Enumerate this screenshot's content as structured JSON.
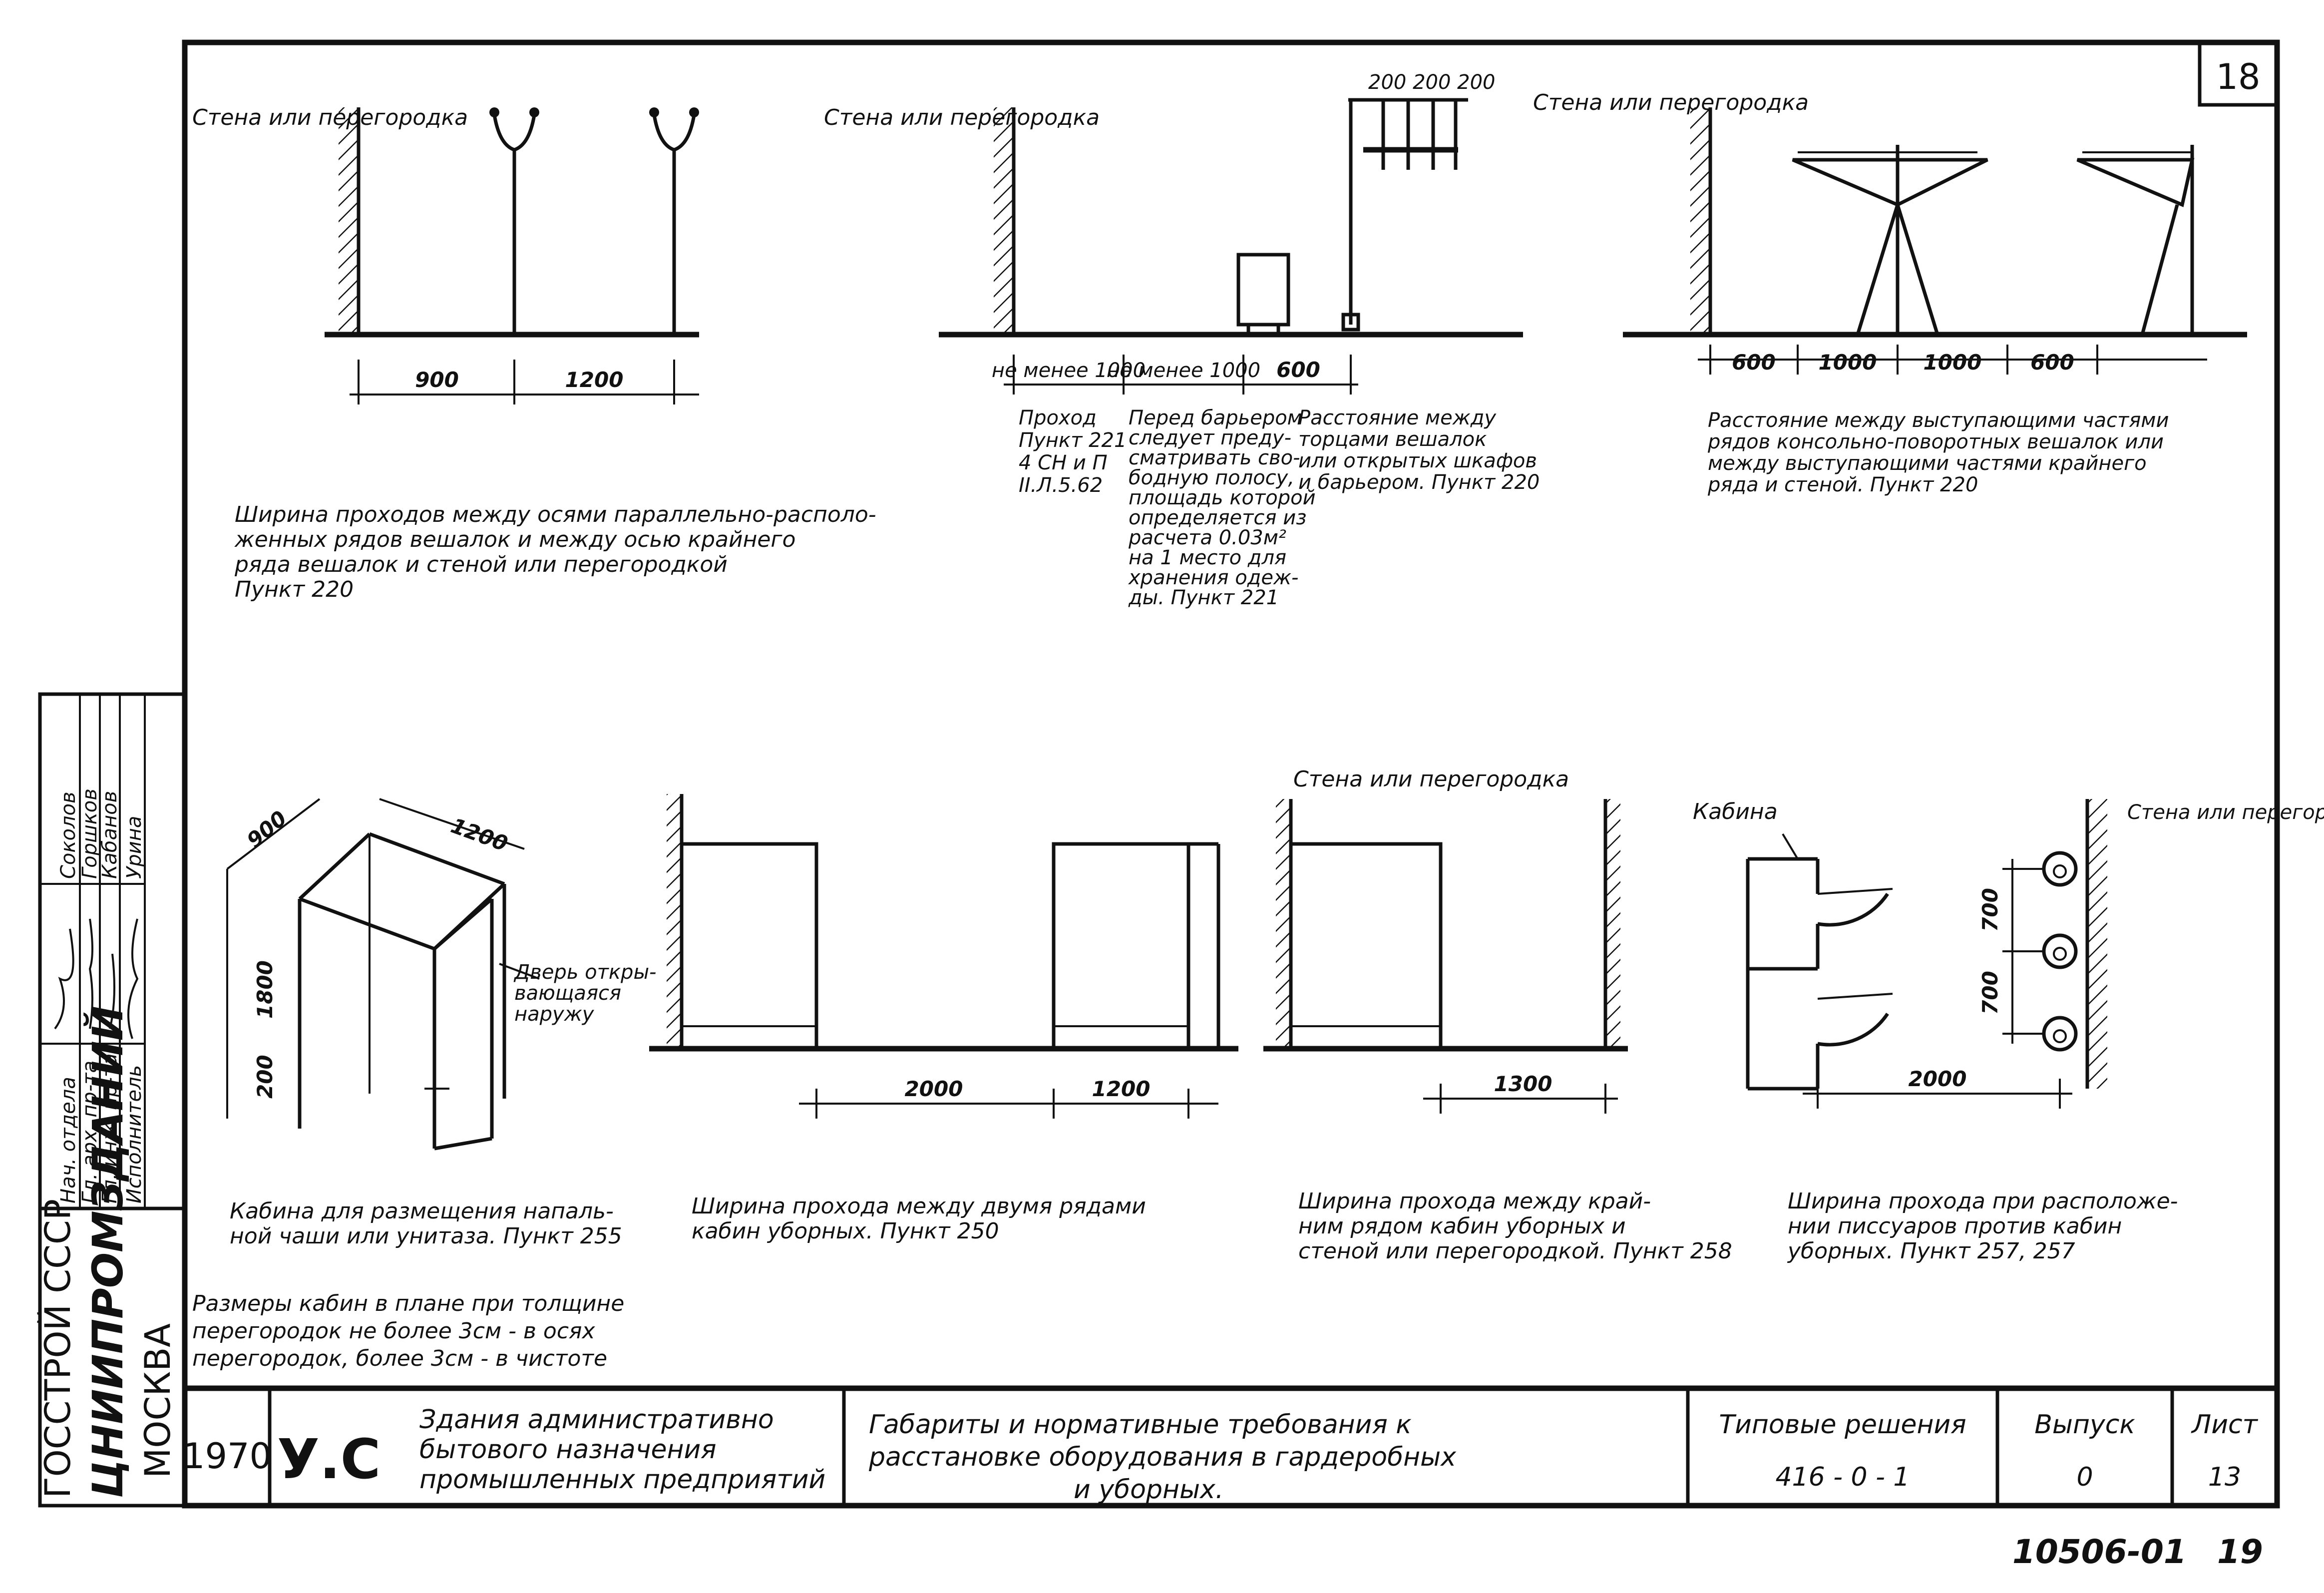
{
  "sheet": {
    "top_number": "18",
    "bottom_code": "10506-01",
    "bottom_page": "19"
  },
  "fig1": {
    "wall": "Стена или перегородка",
    "dim_a": "900",
    "dim_b": "1200",
    "caption": [
      "Ширина проходов между осями параллельно-располо-",
      "женных рядов вешалок и между осью крайнего",
      "ряда вешалок и стеной или перегородкой",
      "Пункт 220"
    ]
  },
  "fig2": {
    "wall": "Стена или перегородка",
    "top_dims": "200 200 200",
    "dim_a": "не менее 1000",
    "dim_b": "не менее 1000",
    "dim_c": "600",
    "note_a": [
      "Проход",
      "Пункт 221",
      "4 СН и П",
      "II.Л.5.62"
    ],
    "note_b": [
      "Перед барьером",
      "следует преду-",
      "сматривать сво-",
      "бодную полосу,",
      "площадь которой",
      "определяется из",
      "расчета 0.03м²",
      "на 1 место для",
      "хранения одеж-",
      "ды. Пункт 221"
    ],
    "note_c": [
      "Расстояние между",
      "торцами вешалок",
      "или открытых шкафов",
      "и барьером. Пункт 220"
    ]
  },
  "fig3": {
    "wall": "Стена или перегородка",
    "dims": [
      "600",
      "1000",
      "1000",
      "600"
    ],
    "caption": [
      "Расстояние между выступающими частями",
      "рядов консольно-поворотных вешалок или",
      "между выступающими частями крайнего",
      "ряда и стеной. Пункт 220"
    ]
  },
  "fig4": {
    "dim_w": "900",
    "dim_d": "1200",
    "dim_h": "1800",
    "dim_gap": "200",
    "door_note": [
      "Дверь откры-",
      "вающаяся",
      "наружу"
    ],
    "caption": [
      "Кабина для размещения напаль-",
      "ной чаши или унитаза. Пункт 255"
    ],
    "note": [
      "Размеры кабин в плане при толщине",
      "перегородок не более 3см - в осях",
      "перегородок, более 3см - в чистоте"
    ]
  },
  "fig5": {
    "dim_a": "2000",
    "dim_b": "1200",
    "caption": [
      "Ширина прохода между двумя рядами",
      "кабин уборных. Пункт 250"
    ]
  },
  "fig6": {
    "wall": "Стена или перегородка",
    "dim": "1300",
    "caption": [
      "Ширина прохода между край-",
      "ним рядом кабин уборных и",
      "стеной или перегородкой. Пункт 258"
    ]
  },
  "fig7": {
    "booth": "Кабина",
    "wall": "Стена или перегородка",
    "dim_v1": "700",
    "dim_v2": "700",
    "dim_h": "2000",
    "caption": [
      "Ширина прохода при расположе-",
      "нии писсуаров против кабин",
      "уборных. Пункт 257, 257"
    ]
  },
  "stamp": {
    "org": [
      "ГОССТРОЙ СССР",
      "ЦНИИПРОМЗДАНИЙ",
      "МОСКВА"
    ],
    "roles": [
      "Нач. отдела",
      "Гл. арх. пр-та",
      "Гл. инж. пр-та",
      "Исполнитель"
    ],
    "names": [
      "Соколов",
      "Горшков",
      "Кабанов",
      "Урина"
    ],
    "year": "1970",
    "series_mark": "У.С",
    "series_title": [
      "Здания административно",
      "бытового назначения",
      "промышленных предприятий"
    ],
    "title": [
      "Габариты и нормативные требования к",
      "расстановке оборудования в гардеробных",
      "и уборных."
    ],
    "typical_label": "Типовые решения",
    "typical_value": "416 - 0 - 1",
    "issue_label": "Выпуск",
    "issue_value": "0",
    "sheet_label": "Лист",
    "sheet_value": "13"
  }
}
